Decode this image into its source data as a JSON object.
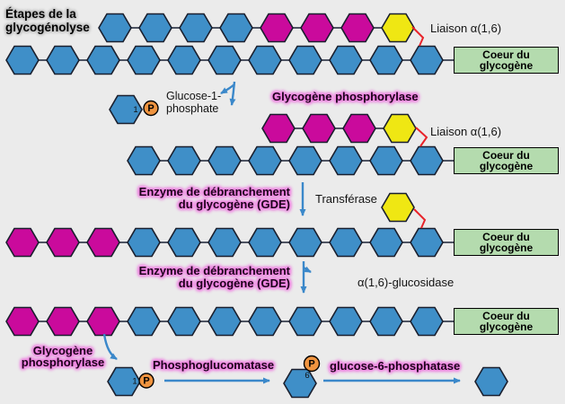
{
  "title": {
    "line1": "Étapes de la",
    "line2": "glycogénolyse"
  },
  "colors": {
    "background": "#ebebeb",
    "blue": "#3f8fc8",
    "magenta": "#ca0a9c",
    "yellow": "#efe713",
    "hexagon_border": "#1a1f2e",
    "bond": "#333a4a",
    "core_box_fill": "#b4dbae",
    "core_box_border": "#000000",
    "red_link": "#e8232a",
    "arrow": "#3b88ca",
    "phosphate_fill": "#ef9440",
    "label_halo": "#ee82e0"
  },
  "core_box": {
    "line1": "Coeur du",
    "line2": "glycogène"
  },
  "labels": {
    "liaison_1": "Liaison α(1,6)",
    "liaison_2": "Liaison α(1,6)",
    "glycogen_phosphorylase_1": "Glycogène phosphorylase",
    "glucose_1_phosphate_line1": "Glucose-1-",
    "glucose_1_phosphate_line2": "phosphate",
    "gde_line1": "Enzyme de débranchement",
    "gde_line2": "du glycogène (GDE)",
    "transferase": "Transférase",
    "glucosidase": "α(1,6)-glucosidase",
    "glycogen_phosphorylase_2_line1": "Glycogène",
    "glycogen_phosphorylase_2_line2": "phosphorylase",
    "phosphoglucomutase": "Phosphoglucomatase",
    "glucose_6_phosphatase": "glucose-6-phosphatase"
  },
  "molecules": {
    "p_symbol": "P",
    "c1_label": "1",
    "c6_label": "6"
  },
  "chains": [
    {
      "name": "branch-a",
      "hexagons": [
        "blue",
        "blue",
        "blue",
        "blue",
        "magenta",
        "magenta",
        "magenta",
        "yellow"
      ]
    },
    {
      "name": "main-a",
      "hexagons": [
        "blue",
        "blue",
        "blue",
        "blue",
        "blue",
        "blue",
        "blue",
        "blue",
        "blue",
        "blue",
        "blue"
      ]
    },
    {
      "name": "branch-b",
      "hexagons": [
        "magenta",
        "magenta",
        "magenta",
        "yellow"
      ]
    },
    {
      "name": "main-b",
      "hexagons": [
        "blue",
        "blue",
        "blue",
        "blue",
        "blue",
        "blue",
        "blue",
        "blue"
      ]
    },
    {
      "name": "chain-c",
      "hexagons": [
        "magenta",
        "magenta",
        "magenta",
        "blue",
        "blue",
        "blue",
        "blue",
        "blue",
        "blue",
        "blue",
        "blue"
      ]
    },
    {
      "name": "chain-d",
      "hexagons": [
        "magenta",
        "magenta",
        "magenta",
        "blue",
        "blue",
        "blue",
        "blue",
        "blue",
        "blue",
        "blue",
        "blue"
      ]
    },
    {
      "name": "transferred-glucose",
      "hexagons": [
        "yellow"
      ]
    },
    {
      "name": "glucose-1-phosphate-released",
      "hexagons": [
        "blue"
      ]
    },
    {
      "name": "glucose-1-phosphate-product",
      "hexagons": [
        "blue"
      ]
    },
    {
      "name": "glucose-6-phosphate",
      "hexagons": [
        "blue"
      ]
    },
    {
      "name": "free-glucose",
      "hexagons": [
        "blue"
      ]
    }
  ]
}
